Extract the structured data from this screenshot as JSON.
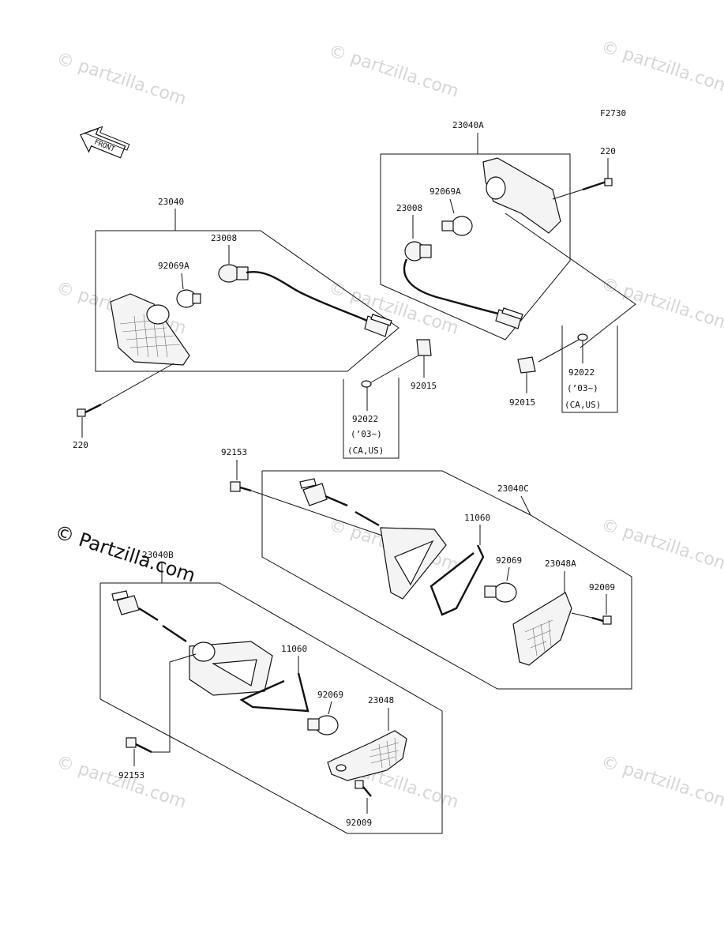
{
  "diagram": {
    "code": "F2730",
    "front_arrow": "FRONT",
    "watermark": "© Partzilla.com",
    "watermark_small": "© partzilla.com",
    "labels": {
      "a23040": "23040",
      "a23008": "23008",
      "a92069a": "92069A",
      "a220": "220",
      "a92015": "92015",
      "a92022": "92022",
      "a03": "(’03~)",
      "acaus": "(CA,US)",
      "b23040a": "23040A",
      "b220": "220",
      "b92069a": "92069A",
      "b23008": "23008",
      "b92015": "92015",
      "b92022": "92022",
      "b03": "(’03~)",
      "bcaus": "(CA,US)",
      "c92153": "92153",
      "c23040c": "23040C",
      "c11060": "11060",
      "c92069": "92069",
      "c23048a": "23048A",
      "c92009": "92009",
      "d23040b": "23040B",
      "d11060": "11060",
      "d92069": "92069",
      "d23048": "23048",
      "d92153": "92153",
      "d92009": "92009"
    }
  }
}
